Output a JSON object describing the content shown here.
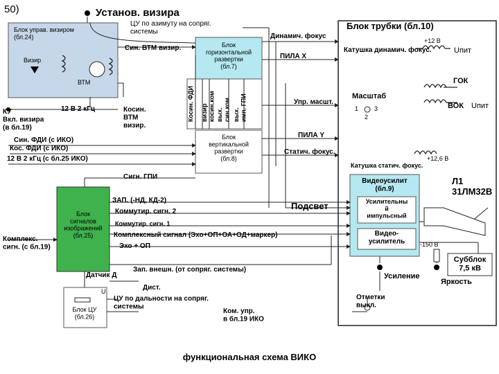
{
  "page_number": "50)",
  "diagram_title": "функциональная схема ВИКО",
  "colors": {
    "block_blue": "#c6d7ea",
    "block_green": "#3fb24d",
    "block_cyan": "#b6e8f2",
    "wire": "#222222"
  },
  "blocks": {
    "sight": "Блок управ. визиром\n(бл.24)",
    "tube": "Блок трубки (бл.10)",
    "horiz": "Блок\nгоризонтальной\nразвертки\n(бл.7)",
    "vert": "Блок\nвертикальной\nразвертки\n(бл.8)",
    "signal": "Блок\nсигналов\nизображений\n(бл.25)",
    "video": "Видеоусилит\n(бл.9)",
    "pulse": "Усилительны\nй\nимпульсный",
    "vamp": "Видео-\nусилитель",
    "bcu": "Блок ЦУ\n(бл.26)",
    "subblock": "Субблок\n7,5 кВ"
  },
  "labels": {
    "ustanov": "Установ. визира",
    "vizir": "Визир",
    "vtm": "ВТМ",
    "cu_az": "ЦУ по азимуту на сопряг.\nсистемы",
    "sin_vtm": "Син. ВТМ визир.",
    "kos_vtm": "Косин.\nВТМ\nвизир.",
    "ku": "КУ\nВкл. визира\n(в бл.19)",
    "v12": "12 В 2 кГц",
    "sin_fdi": "Син. ФДИ (с ИКО)",
    "kos_fdi": "Кос. ФДИ (с ИКО)",
    "v12b": "12 В 2 кГц (с бл.25 ИКО)",
    "sig_gpi": "Сигн. ГПИ",
    "vert1": "Косин. ФДИ",
    "vert2": "визир\nкосин.ком",
    "vert3": "вых.\nсин.ком",
    "vert4": "вых.\nимп. ГПИ",
    "din_focus": "Динамич. фокус",
    "pila_x": "ПИЛА X",
    "kat_din": "Катушка динамич. фокус.",
    "v12p": "+12 В",
    "u_pit": "Uпит",
    "gok": "ГОК",
    "vok": "ВОК",
    "mashtab": "Масштаб",
    "upr_mash": "Упр. масшт.",
    "n1": "1",
    "n2": "2",
    "n3": "3",
    "pila_y": "ПИЛА Y",
    "stat_focus": "Статич. фокус.",
    "v126": "+12,6 В",
    "kat_stat": "Катушка статич. фокус.",
    "l1": "Л1\n31ЛМ32В",
    "zap": "ЗАП. (-НД, КД-2)",
    "komm2": "Коммутир. сигн. 2",
    "komm1": "Коммутир. сигн. 1",
    "podsvet": "Подсвет",
    "kompl_sig": "Комплексный сигнал (Эхо+ОП+ОА+ОД+маркер)",
    "exo": "Эхо + ОП",
    "kompl_izo": "Комплекс.\nсигн. (с бл.19)",
    "v150": "-150 В",
    "zap_vnesh": "Зап. внешн. (от сопряг. системы)",
    "datchik": "Датчик Д",
    "dist": "Дист.",
    "cu_dal": "ЦУ по дальности на сопряг.\nсистемы",
    "usil": "Усиление",
    "yark": "Яркость",
    "otm": "Отметки\nвыкл.",
    "kom_upr": "Ком. упр.\nв бл.19 ИКО",
    "u_small": "U"
  }
}
